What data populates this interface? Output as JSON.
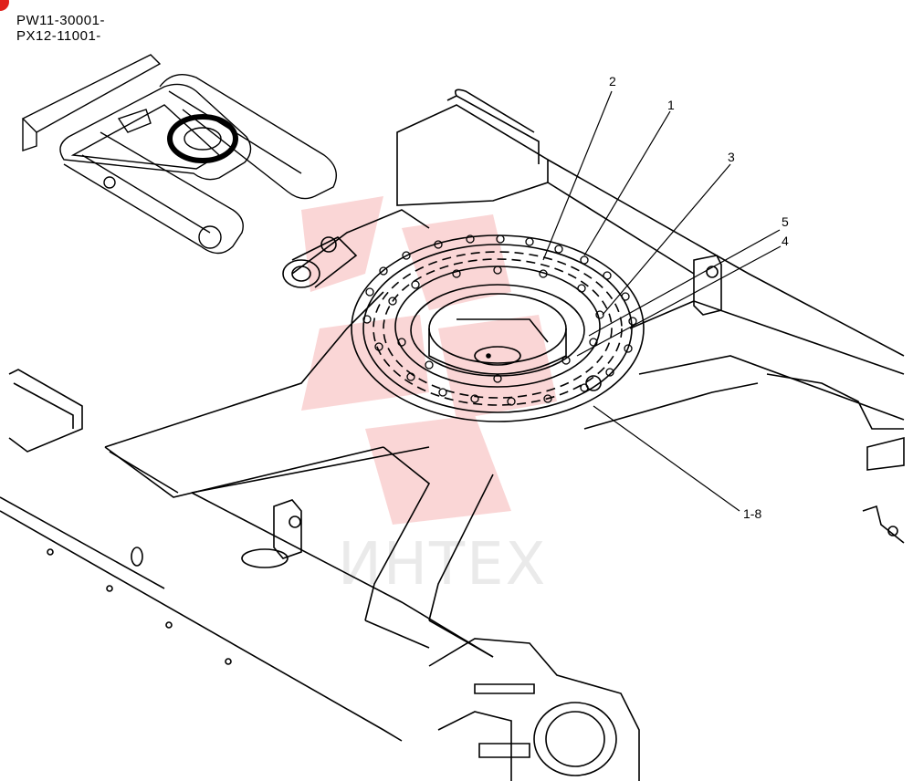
{
  "serial_numbers": [
    "PW11-30001-",
    "PX12-11001-"
  ],
  "callouts": {
    "c2": "2",
    "c1": "1",
    "c3": "3",
    "c5": "5",
    "c4": "4",
    "c18": "1-8"
  },
  "watermark": {
    "text": "ИНТЕХ",
    "color": "#f4a6a6"
  },
  "colors": {
    "line": "#000000",
    "accent": "#e0201b"
  }
}
